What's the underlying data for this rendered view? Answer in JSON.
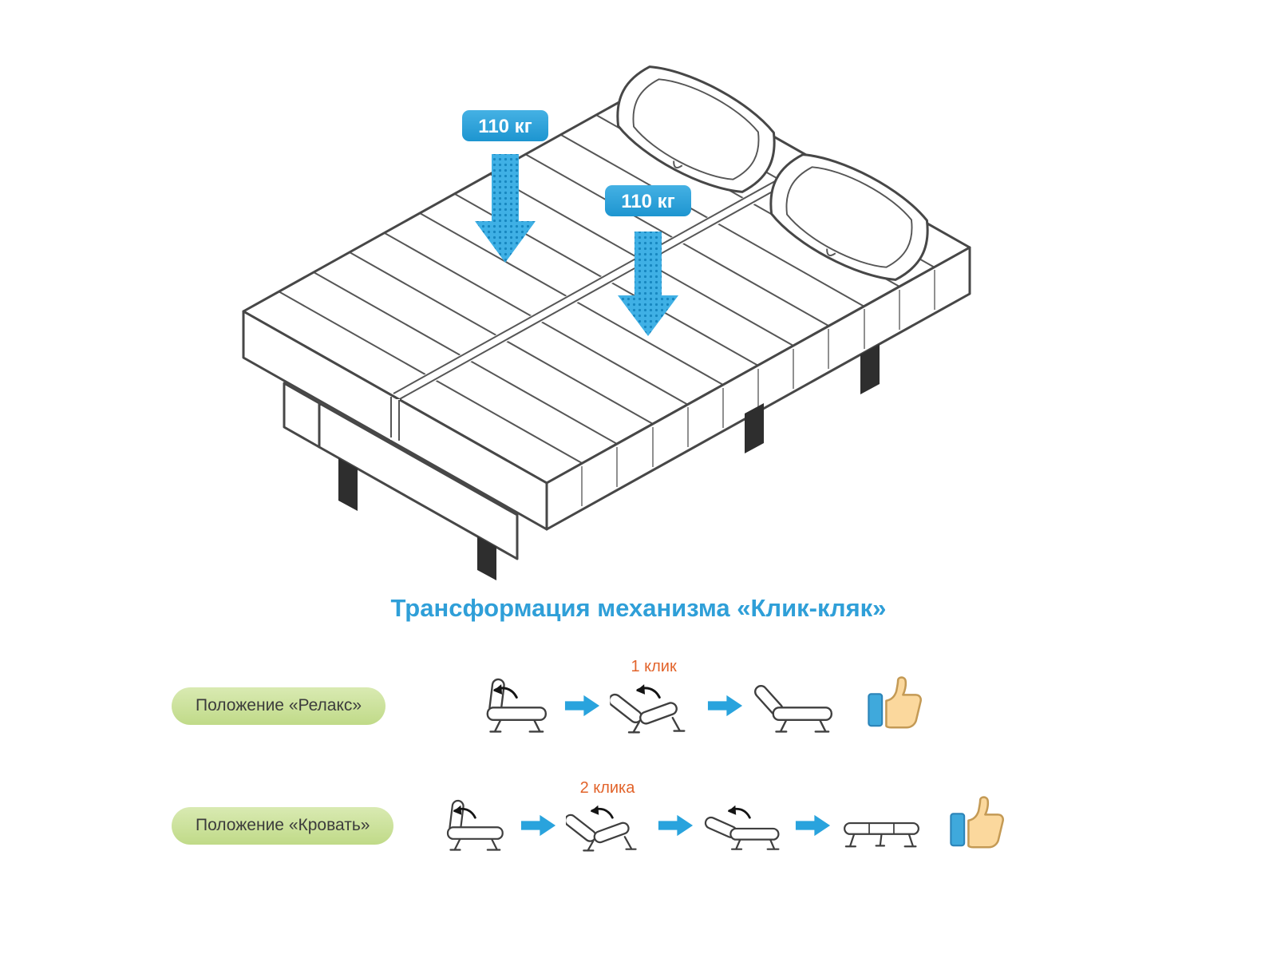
{
  "title": "Трансформация механизма «Клик-кляк»",
  "colors": {
    "accent_blue": "#2aa2dc",
    "title_blue": "#2f9fd8",
    "label_orange": "#e2632a",
    "pill_green": "#cce29b",
    "line_art": "#474747",
    "leg_dark": "#2e2e2e",
    "hand_fill": "#fbd89d",
    "sleeve_blue": "#3fa9dc"
  },
  "bed_diagram": {
    "weight_badges": [
      {
        "text": "110 кг"
      },
      {
        "text": "110 кг"
      }
    ],
    "icons": [
      "mattress-isometric",
      "pillow-icon",
      "pillow-icon",
      "down-arrow-icon",
      "down-arrow-icon"
    ]
  },
  "rows": [
    {
      "label": "Положение «Релакс»",
      "click_label": "1 клик",
      "steps": [
        {
          "icon": "sofa-closed-icon"
        },
        {
          "icon": "sofa-half-open-icon"
        },
        {
          "icon": "sofa-relax-icon"
        }
      ],
      "result_icon": "thumbs-up-icon"
    },
    {
      "label": "Положение «Кровать»",
      "click_label": "2 клика",
      "steps": [
        {
          "icon": "sofa-closed-icon"
        },
        {
          "icon": "sofa-half-open-icon"
        },
        {
          "icon": "sofa-open-wide-icon"
        },
        {
          "icon": "bed-flat-icon"
        }
      ],
      "result_icon": "thumbs-up-icon"
    }
  ]
}
